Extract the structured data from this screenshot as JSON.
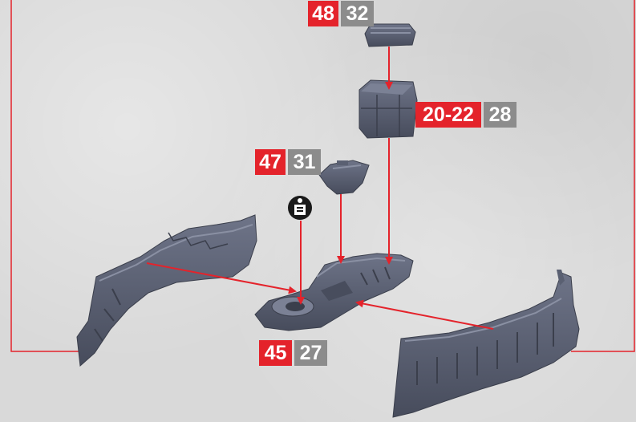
{
  "tags": {
    "top_part": {
      "red": "48",
      "gray": "32"
    },
    "crate": {
      "red": "20-22",
      "gray": "28"
    },
    "turret": {
      "red": "47",
      "gray": "31"
    },
    "hull": {
      "red": "45",
      "gray": "27"
    }
  },
  "icons": {
    "info_marker": "person-document-icon"
  },
  "colors": {
    "accent_red": "#e4232b",
    "label_gray": "#8c8c8c",
    "part_gray": "#5a6072",
    "background": "#d9d9d9"
  }
}
